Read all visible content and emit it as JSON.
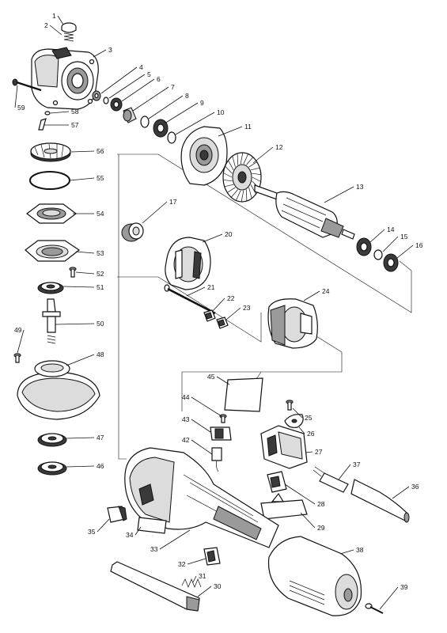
{
  "callouts": [
    {
      "id": "1",
      "text": "1"
    },
    {
      "id": "2",
      "text": "2"
    },
    {
      "id": "3",
      "text": "3"
    },
    {
      "id": "4",
      "text": "4"
    },
    {
      "id": "5",
      "text": "5"
    },
    {
      "id": "6",
      "text": "6"
    },
    {
      "id": "7",
      "text": "7"
    },
    {
      "id": "8",
      "text": "8"
    },
    {
      "id": "9",
      "text": "9"
    },
    {
      "id": "10",
      "text": "10"
    },
    {
      "id": "11",
      "text": "11"
    },
    {
      "id": "12",
      "text": "12"
    },
    {
      "id": "13",
      "text": "13"
    },
    {
      "id": "14",
      "text": "14"
    },
    {
      "id": "15",
      "text": "15"
    },
    {
      "id": "16",
      "text": "16"
    },
    {
      "id": "17",
      "text": "17"
    },
    {
      "id": "20",
      "text": "20"
    },
    {
      "id": "21",
      "text": "21"
    },
    {
      "id": "22",
      "text": "22"
    },
    {
      "id": "23",
      "text": "23"
    },
    {
      "id": "24",
      "text": "24"
    },
    {
      "id": "25",
      "text": "25"
    },
    {
      "id": "26",
      "text": "26"
    },
    {
      "id": "27",
      "text": "27"
    },
    {
      "id": "28",
      "text": "28"
    },
    {
      "id": "29",
      "text": "29"
    },
    {
      "id": "30",
      "text": "30"
    },
    {
      "id": "31",
      "text": "31"
    },
    {
      "id": "32",
      "text": "32"
    },
    {
      "id": "33",
      "text": "33"
    },
    {
      "id": "34",
      "text": "34"
    },
    {
      "id": "35",
      "text": "35"
    },
    {
      "id": "36",
      "text": "36"
    },
    {
      "id": "37",
      "text": "37"
    },
    {
      "id": "38",
      "text": "38"
    },
    {
      "id": "39",
      "text": "39"
    },
    {
      "id": "42",
      "text": "42"
    },
    {
      "id": "43",
      "text": "43"
    },
    {
      "id": "44",
      "text": "44"
    },
    {
      "id": "45",
      "text": "45"
    },
    {
      "id": "46",
      "text": "46"
    },
    {
      "id": "47",
      "text": "47"
    },
    {
      "id": "48",
      "text": "48"
    },
    {
      "id": "49",
      "text": "49"
    },
    {
      "id": "50",
      "text": "50"
    },
    {
      "id": "51",
      "text": "51"
    },
    {
      "id": "52",
      "text": "52"
    },
    {
      "id": "53",
      "text": "53"
    },
    {
      "id": "54",
      "text": "54"
    },
    {
      "id": "55",
      "text": "55"
    },
    {
      "id": "56",
      "text": "56"
    },
    {
      "id": "57",
      "text": "57"
    },
    {
      "id": "58",
      "text": "58"
    },
    {
      "id": "59",
      "text": "59"
    }
  ]
}
